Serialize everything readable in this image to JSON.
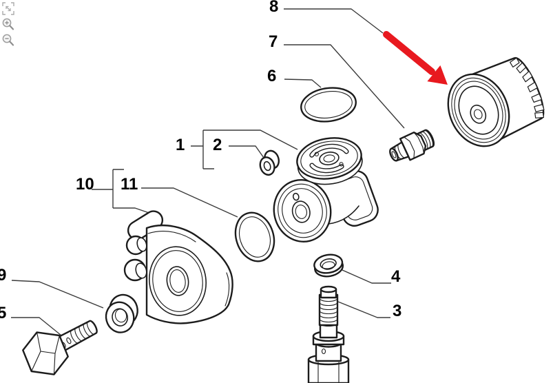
{
  "viewer": {
    "background": "#ffffff",
    "toolbar": [
      {
        "id": "fit-to-page",
        "icon": "fit-screen-icon"
      },
      {
        "id": "zoom-in",
        "icon": "zoom-in-icon"
      },
      {
        "id": "zoom-out",
        "icon": "zoom-out-icon"
      }
    ]
  },
  "diagram": {
    "type": "exploded-parts-diagram",
    "line_color": "#1c1c1c",
    "leader_color": "#3a3a3a",
    "highlight_arrow": {
      "color": "#e8191f",
      "target_label": "8"
    },
    "labels": [
      {
        "text": "1"
      },
      {
        "text": "2"
      },
      {
        "text": "3"
      },
      {
        "text": "4"
      },
      {
        "text": "5"
      },
      {
        "text": "6"
      },
      {
        "text": "7"
      },
      {
        "text": "8"
      },
      {
        "text": "9"
      },
      {
        "text": "10"
      },
      {
        "text": "11"
      }
    ]
  }
}
